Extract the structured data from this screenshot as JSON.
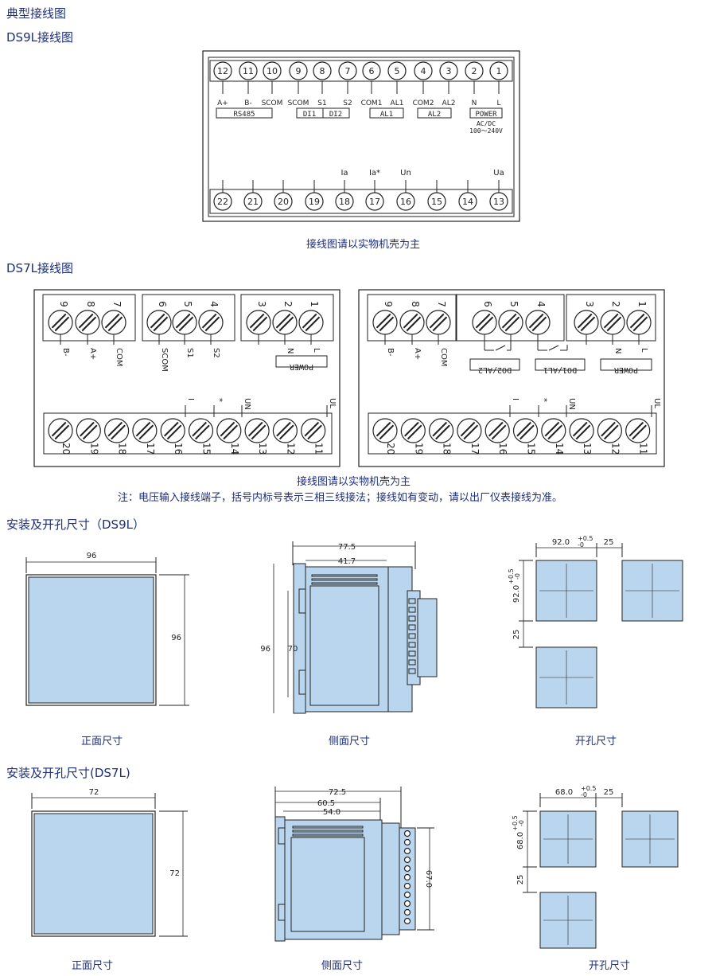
{
  "headings": {
    "typical": "典型接线图",
    "ds9l_wiring": "DS9L接线图",
    "ds7l_wiring": "DS7L接线图",
    "install_ds9l": "安装及开孔尺寸（DS9L）",
    "install_ds7l": "安装及开孔尺寸(DS7L)"
  },
  "notes": {
    "ds9l": "接线图请以实物机壳为主",
    "ds7l": "接线图请以实物机壳为主",
    "ds7l_note": "注：电压输入接线端子，括号内标号表示三相三线接法；接线如有变动，请以出厂仪表接线为准。"
  },
  "ds9l": {
    "top_terminals": [
      "12",
      "11",
      "10",
      "9",
      "8",
      "7",
      "6",
      "5",
      "4",
      "3",
      "2",
      "1"
    ],
    "top_labels": [
      "A+",
      "B-",
      "SCOM",
      "SCOM",
      "S1",
      "S2",
      "COM1",
      "AL1",
      "COM2",
      "AL2",
      "N",
      "L"
    ],
    "groups": [
      "RS485",
      "DI1",
      "DI2",
      "AL1",
      "AL2",
      "POWER"
    ],
    "power_spec": [
      "AC/DC",
      "100～240V"
    ],
    "bottom_terminals": [
      "22",
      "21",
      "20",
      "19",
      "18",
      "17",
      "16",
      "15",
      "14",
      "13"
    ],
    "bottom_labels": [
      "Ia",
      "Ia*",
      "Un",
      "Ua"
    ]
  },
  "ds7l": {
    "top_terminals": [
      "9",
      "8",
      "7",
      "6",
      "5",
      "4",
      "3",
      "2",
      "1"
    ],
    "top_labels_left": [
      "B-",
      "A+",
      "COM",
      "SCOM",
      "S1",
      "S2",
      "N",
      "L"
    ],
    "top_labels_right": [
      "B-",
      "A+",
      "COM",
      "N",
      "L"
    ],
    "power": "POWER",
    "do2": "DO2/AL2",
    "do1": "DO1/AL1",
    "bottom_terminals": [
      "20",
      "19",
      "18",
      "17",
      "16",
      "15",
      "14",
      "13",
      "12",
      "11"
    ],
    "bottom_labels": [
      "I",
      "*",
      "UN",
      "UL"
    ]
  },
  "dims_ds9l": {
    "front_w": "96",
    "front_h": "96",
    "side_w1": "77.5",
    "side_w2": "41.7",
    "side_h1": "96",
    "side_h2": "70",
    "cut_w": "92.0",
    "cut_tol": [
      "+0.5",
      "-0"
    ],
    "cut_gap": "25",
    "cut_h": "92.0",
    "cut_vgap": "25",
    "cap_front": "正面尺寸",
    "cap_side": "侧面尺寸",
    "cap_cut": "开孔尺寸"
  },
  "dims_ds7l": {
    "front_w": "72",
    "front_h": "72",
    "side_w1": "72.5",
    "side_w2": "60.5",
    "side_w3": "54.0",
    "side_h": "67.0",
    "cut_w": "68.0",
    "cut_tol": [
      "+0.5",
      "-0"
    ],
    "cut_gap": "25",
    "cut_h": "68.0",
    "cut_vgap": "25",
    "cap_front": "正面尺寸",
    "cap_side": "侧面尺寸",
    "cap_cut": "开孔尺寸"
  },
  "colors": {
    "panel": "#b9d6ee",
    "ink": "#1d2e7a",
    "line": "#222222"
  }
}
